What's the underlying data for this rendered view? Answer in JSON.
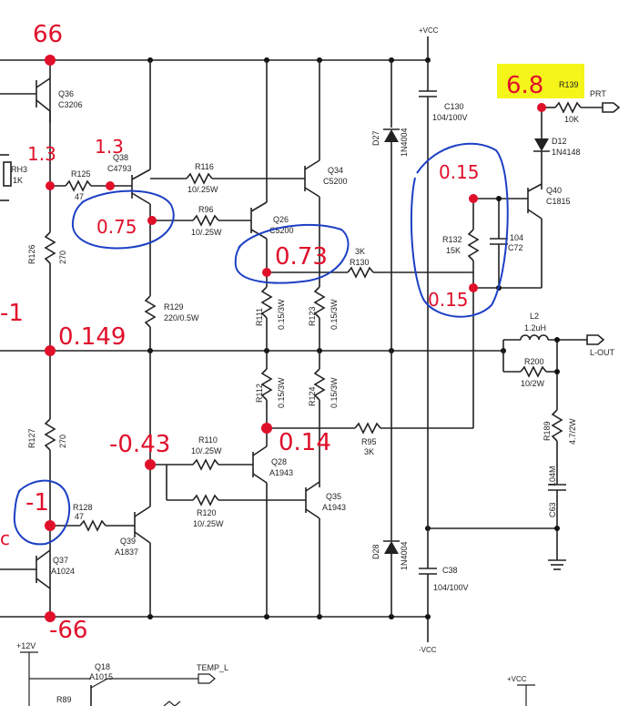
{
  "supply": {
    "vcc_top": "+VCC",
    "vcc_bottom": "-VCC",
    "v12": "+12V",
    "vcc_br": "+VCC"
  },
  "components": {
    "q36": {
      "ref": "Q36",
      "part": "C3206"
    },
    "q38": {
      "ref": "Q38",
      "part": "C4793"
    },
    "q34": {
      "ref": "Q34",
      "part": "C5200"
    },
    "q26": {
      "ref": "Q26",
      "part": "C5200"
    },
    "q40": {
      "ref": "Q40",
      "part": "C1815"
    },
    "q28": {
      "ref": "Q28",
      "part": "A1943"
    },
    "q35": {
      "ref": "Q35",
      "part": "A1943"
    },
    "q39": {
      "ref": "Q39",
      "part": "A1837"
    },
    "q37": {
      "ref": "Q37",
      "part": "A1024"
    },
    "q18": {
      "ref": "Q18",
      "part": "A1015"
    },
    "rh3": {
      "ref": "RH3",
      "value": "1K"
    },
    "r125": {
      "ref": "R125",
      "value": "47"
    },
    "r116": {
      "ref": "R116",
      "value": "10/.25W"
    },
    "r96": {
      "ref": "R96",
      "value": "10/.25W"
    },
    "r126": {
      "ref": "R126",
      "value": "270"
    },
    "r129": {
      "ref": "R129",
      "value": "220/0.5W"
    },
    "r130": {
      "ref": "R130",
      "value": "3K"
    },
    "r111": {
      "ref": "R111",
      "value": "0.15/3W"
    },
    "r123": {
      "ref": "R123",
      "value": "0.15/3W"
    },
    "r112": {
      "ref": "R112",
      "value": "0.15/3W"
    },
    "r124": {
      "ref": "R124",
      "value": "0.15/3W"
    },
    "r132": {
      "ref": "R132",
      "value": "15K"
    },
    "r139": {
      "ref": "R139",
      "value": "10K"
    },
    "r95": {
      "ref": "R95",
      "value": "3K"
    },
    "r127": {
      "ref": "R127",
      "value": "270"
    },
    "r110": {
      "ref": "R110",
      "value": "10/.25W"
    },
    "r120": {
      "ref": "R120",
      "value": "10/.25W"
    },
    "r128": {
      "ref": "R128",
      "value": "47"
    },
    "r200": {
      "ref": "R200",
      "value": "10/2W"
    },
    "r189": {
      "ref": "R189",
      "value": "4.7/2W"
    },
    "r89": {
      "ref": "R89"
    },
    "c130": {
      "ref": "C130",
      "value": "104/100V"
    },
    "c38": {
      "ref": "C38",
      "value": "104/100V"
    },
    "c72": {
      "ref": "C72",
      "value": "104"
    },
    "c63": {
      "ref": "C63",
      "value": "104M"
    },
    "d27": {
      "ref": "D27",
      "part": "1N4004"
    },
    "d28": {
      "ref": "D28",
      "part": "1N4004"
    },
    "d12": {
      "ref": "D12",
      "part": "1N4148"
    },
    "l2": {
      "ref": "L2",
      "value": "1.2uH"
    }
  },
  "ports": {
    "prt": "PRT",
    "lout": "L-OUT",
    "temp": "TEMP_L"
  },
  "annotations": {
    "v66": "66",
    "v68": "6.8",
    "v13a": "1.3",
    "v13b": "1.3",
    "v075": "0.75",
    "v073": "0.73",
    "v015a": "0.15",
    "v015b": "0.15",
    "v0149": "0.149",
    "vm1a": "-1",
    "vm043": "-0.43",
    "v014": "0.14",
    "vm1b": "-1",
    "vm66": "-66",
    "edge": "c"
  },
  "colors": {
    "ink": "#222222",
    "annotation_red": "#e0102a",
    "annotation_blue": "#1c3fc4",
    "highlight": "#f5f51a"
  }
}
